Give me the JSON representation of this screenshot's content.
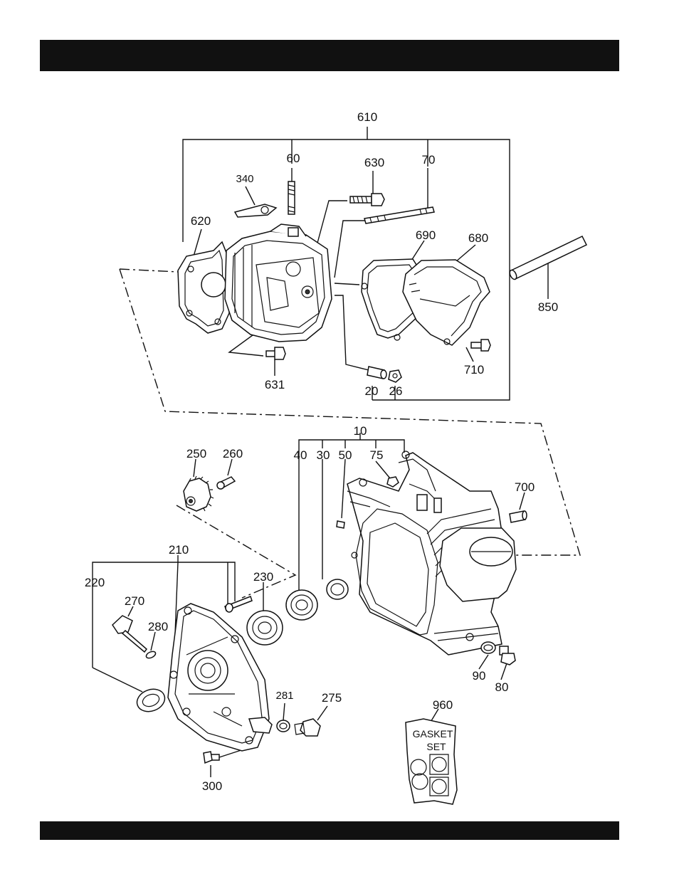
{
  "parts": {
    "p610": "610",
    "p60": "60",
    "p630": "630",
    "p70": "70",
    "p340": "340",
    "p620": "620",
    "p690": "690",
    "p680": "680",
    "p850": "850",
    "p710": "710",
    "p631": "631",
    "p20": "20",
    "p26": "26",
    "p10": "10",
    "p40": "40",
    "p30": "30",
    "p50": "50",
    "p75": "75",
    "p250": "250",
    "p260": "260",
    "p700": "700",
    "p210": "210",
    "p220": "220",
    "p230": "230",
    "p270": "270",
    "p280": "280",
    "p90": "90",
    "p80": "80",
    "p960": "960",
    "p281": "281",
    "p275": "275",
    "p300": "300"
  },
  "gasket_set": {
    "line1": "GASKET",
    "line2": "SET"
  }
}
